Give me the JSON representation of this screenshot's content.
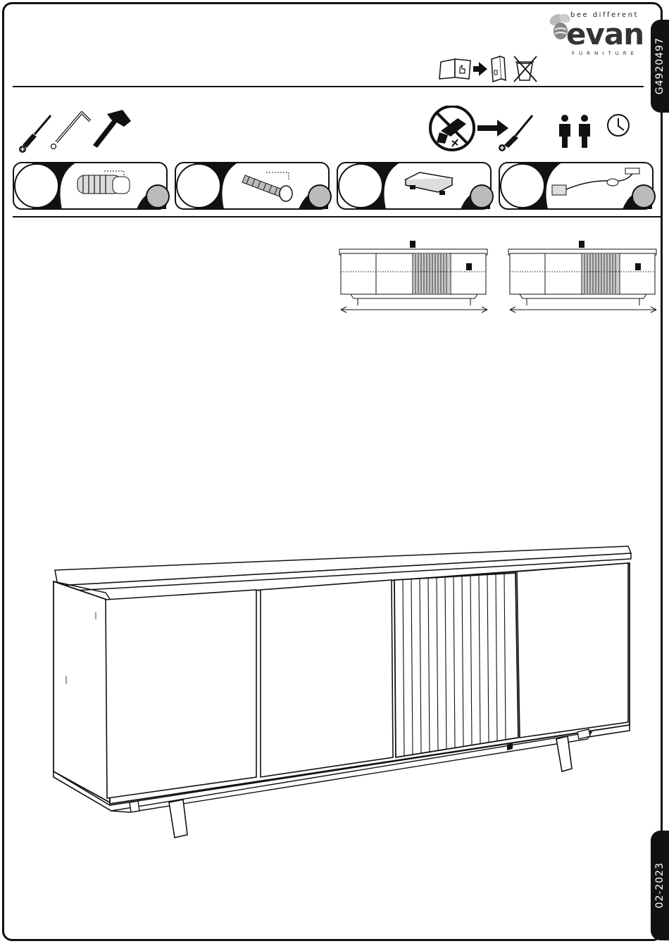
{
  "document": {
    "code": "G4920497",
    "date": "02-2023"
  },
  "brand": {
    "tagline": "bee different",
    "name": "evan",
    "subtitle": "FURNITURE",
    "color": "#333333"
  },
  "header_icons": [
    "open-manual-icon",
    "arrow-right-icon",
    "keep-binder-icon",
    "no-trash-bin-icon"
  ],
  "tools": [
    "phillips-screwdriver-icon",
    "allen-key-icon",
    "hammer-icon"
  ],
  "info_icons": [
    "no-power-drill-icon",
    "arrow-right-icon",
    "screwdriver-icon",
    "two-persons-icon",
    "clock-icon"
  ],
  "part_boxes": [
    {
      "part": "cam-dowel-fitting-icon"
    },
    {
      "part": "connector-bolt-icon"
    },
    {
      "part": "led-light-bar-icon"
    },
    {
      "part": "power-adapter-icon"
    }
  ],
  "overview_icons": [
    "sideboard-weight-limit-icon",
    "sideboard-weight-limit-icon-2"
  ],
  "main_illustration": "sideboard-illustration"
}
